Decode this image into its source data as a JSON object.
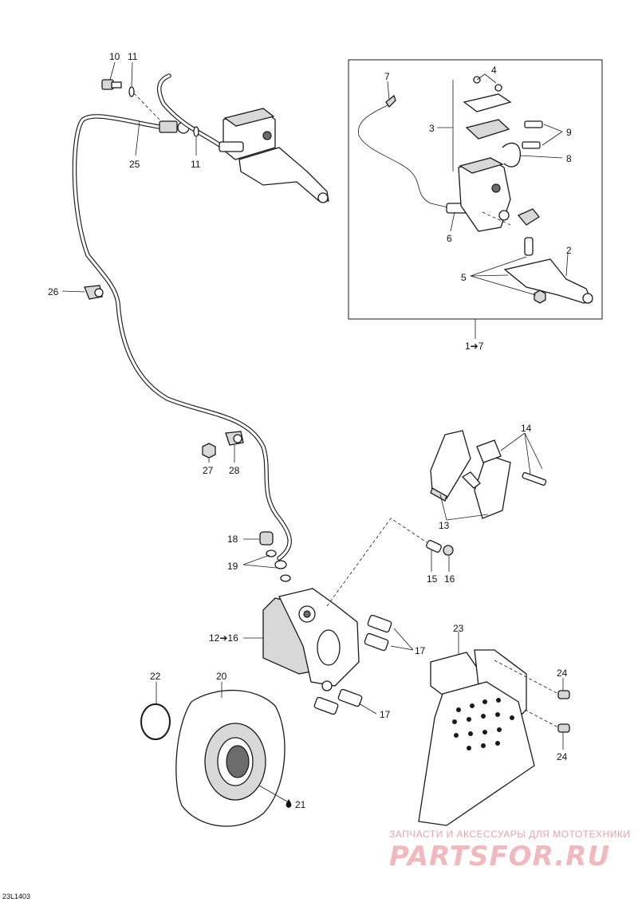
{
  "callouts": {
    "c10": "10",
    "c11a": "11",
    "c25": "25",
    "c11b": "11",
    "c7": "7",
    "c4": "4",
    "c3": "3",
    "c9": "9",
    "c8": "8",
    "c6": "6",
    "c2": "2",
    "c5": "5",
    "c1to7": "1➔7",
    "c26": "26",
    "c14": "14",
    "c13": "13",
    "c27": "27",
    "c28": "28",
    "c18": "18",
    "c19": "19",
    "c15": "15",
    "c16": "16",
    "c12to16": "12➔16",
    "c17a": "17",
    "c17b": "17",
    "c23": "23",
    "c24a": "24",
    "c24b": "24",
    "c22": "22",
    "c20": "20",
    "c21": "21"
  },
  "reference_code": "23L1403",
  "watermark": {
    "tagline": "ЗАПЧАСТИ И АКСЕССУАРЫ ДЛЯ МОТОТЕХНИКИ",
    "brand": "PARTSFOR.RU"
  },
  "colors": {
    "line": "#1a1a1a",
    "watermark": "#f1b8bd"
  }
}
